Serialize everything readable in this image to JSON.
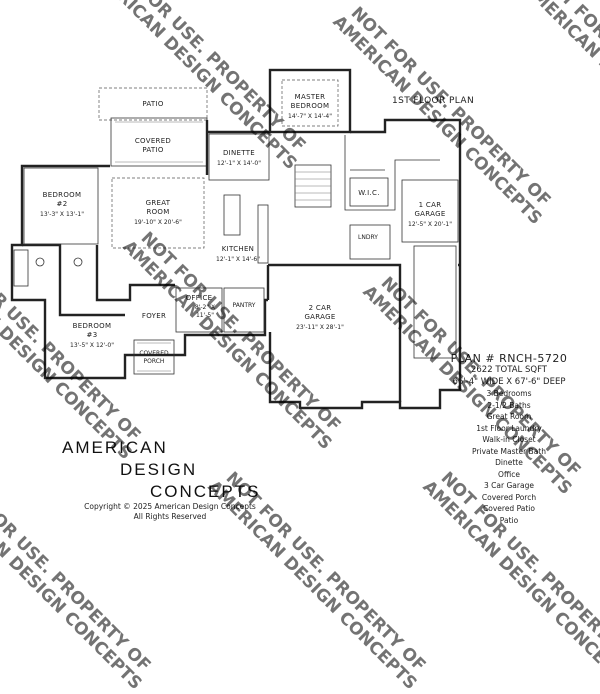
{
  "plan": {
    "floor_title": "1ST FLOOR PLAN",
    "number": "PLAN # RNCH-5720",
    "total_sqft": "2622 TOTAL SQFT",
    "dimensions": "66'-4\" WIDE X 67'-6\" DEEP",
    "features": [
      "3 Bedrooms",
      "2-1/2 Baths",
      "Great Room",
      "1st Floor Laundry",
      "Walk-in Closet",
      "Private Master Bath",
      "Dinette",
      "Office",
      "3 Car Garage",
      "Covered Porch",
      "Covered Patio",
      "Patio"
    ]
  },
  "brand": {
    "line1": "AMERICAN",
    "line2": "DESIGN",
    "line3": "CONCEPTS",
    "copyright": "Copyright © 2025 American Design Concepts",
    "rights": "All Rights Reserved"
  },
  "watermark": {
    "line1": "NOT FOR USE. PROPERTY OF",
    "line2": "AMERICAN DESIGN CONCEPTS"
  },
  "rooms": {
    "patio": "PATIO",
    "covered_patio": "COVERED",
    "covered_patio2": "PATIO",
    "master": "MASTER",
    "master2": "BEDROOM",
    "master_dim": "14'-7\" X 14'-4\"",
    "dinette": "DINETTE",
    "dinette_dim": "12'-1\" X 14'-0\"",
    "bedroom2": "BEDROOM",
    "bedroom2_num": "#2",
    "bedroom2_dim": "13'-3\" X 13'-1\"",
    "great": "GREAT",
    "great2": "ROOM",
    "great_dim": "19'-10\" X 20'-6\"",
    "wic": "W.I.C.",
    "garage1": "1 CAR",
    "garage1b": "GARAGE",
    "garage1_dim": "12'-5\" X 20'-1\"",
    "kitchen": "KITCHEN",
    "kitchen_dim": "12'-1\" X 14'-6\"",
    "laundry": "LNDRY",
    "office": "OFFICE",
    "office_dim": "8'-2\" X",
    "office_dim2": "11'-5\"",
    "pantry": "PANTRY",
    "garage2": "2 CAR",
    "garage2b": "GARAGE",
    "garage2_dim": "23'-11\" X 28'-1\"",
    "foyer": "FOYER",
    "bedroom3": "BEDROOM",
    "bedroom3_num": "#3",
    "bedroom3_dim": "13'-5\" X 12'-0\"",
    "covered_porch": "COVERED",
    "covered_porch2": "PORCH"
  }
}
